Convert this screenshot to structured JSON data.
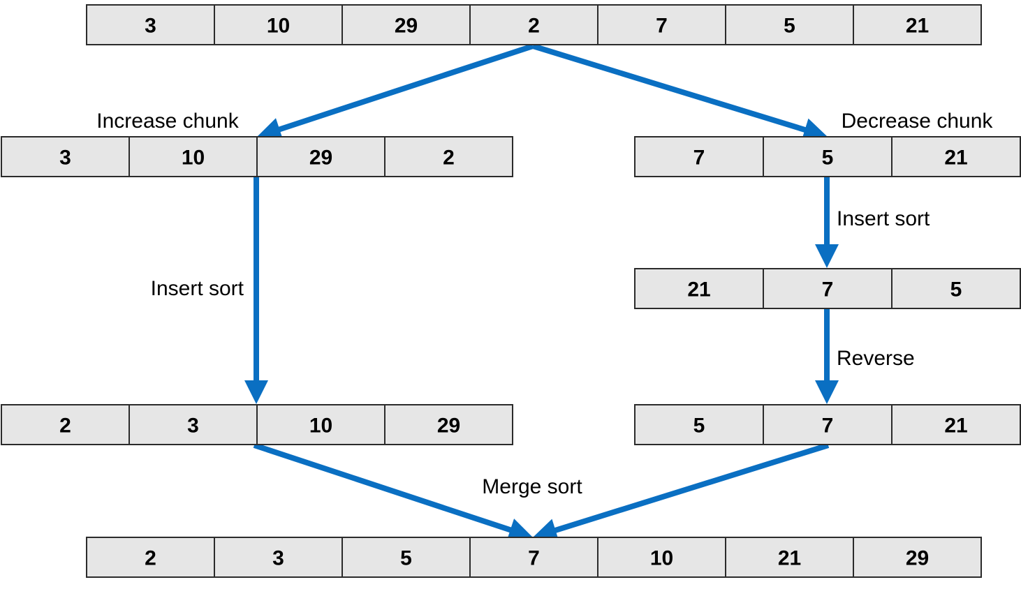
{
  "arrays": {
    "input": [
      "3",
      "10",
      "29",
      "2",
      "7",
      "5",
      "21"
    ],
    "increase_chunk": [
      "3",
      "10",
      "29",
      "2"
    ],
    "decrease_chunk": [
      "7",
      "5",
      "21"
    ],
    "decrease_sorted": [
      "21",
      "7",
      "5"
    ],
    "increase_sorted": [
      "2",
      "3",
      "10",
      "29"
    ],
    "decrease_reversed": [
      "5",
      "7",
      "21"
    ],
    "output": [
      "2",
      "3",
      "5",
      "7",
      "10",
      "21",
      "29"
    ]
  },
  "labels": {
    "increase_chunk": "Increase chunk",
    "decrease_chunk": "Decrease chunk",
    "insert_sort_left": "Insert sort",
    "insert_sort_right": "Insert sort",
    "reverse": "Reverse",
    "merge_sort": "Merge sort"
  },
  "colors": {
    "arrow": "#0a6fc2",
    "cell_fill": "#e6e6e6",
    "cell_border": "#2b2b2b"
  }
}
